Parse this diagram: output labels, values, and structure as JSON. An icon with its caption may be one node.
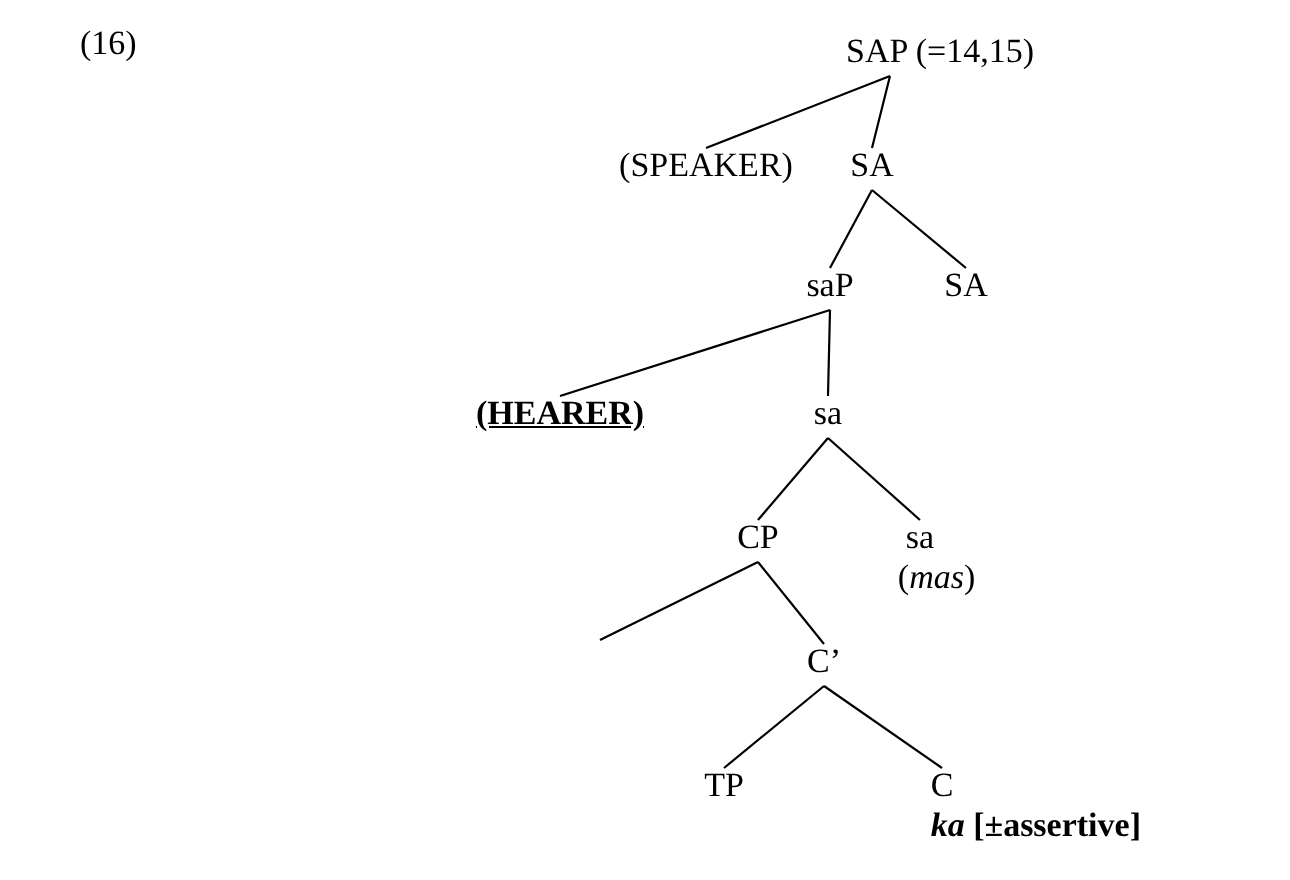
{
  "diagram": {
    "nodes": [
      {
        "text": [
          "SAP (=14,15)"
        ]
      },
      {
        "text": [
          "(SPEAKER)"
        ]
      },
      {
        "text": [
          "SA"
        ]
      },
      {
        "text": [
          "saP"
        ]
      },
      {
        "text": [
          "SA"
        ]
      },
      {
        "text": [
          "(HEARER)"
        ]
      },
      {
        "text": [
          "sa"
        ]
      },
      {
        "text": [
          "CP"
        ]
      },
      {
        "text": [
          "sa",
          "(*mas*)"
        ]
      },
      {
        "text": [
          "C’"
        ]
      },
      {
        "text": [
          "TP"
        ]
      },
      {
        "text": [
          "C",
          "*ka* [±assertive]"
        ]
      }
    ],
    "edges": [
      {
        "from": 0,
        "to": 1,
        "arrow": "none"
      },
      {
        "from": 0,
        "to": 2,
        "arrow": "none"
      },
      {
        "from": 2,
        "to": 3,
        "arrow": "none"
      },
      {
        "from": 2,
        "to": 4,
        "arrow": "none"
      },
      {
        "from": 3,
        "to": 5,
        "arrow": "none"
      },
      {
        "from": 3,
        "to": 6,
        "arrow": "none"
      },
      {
        "from": 6,
        "to": 7,
        "arrow": "none"
      },
      {
        "from": 6,
        "to": 8,
        "arrow": "none"
      },
      {
        "from": 7,
        "to": null,
        "arrow": "none"
      },
      {
        "from": 7,
        "to": 9,
        "arrow": "none"
      },
      {
        "from": 9,
        "to": 10,
        "arrow": "none"
      },
      {
        "from": 9,
        "to": 11,
        "arrow": "none"
      }
    ],
    "labels": [
      "(16)"
    ]
  }
}
